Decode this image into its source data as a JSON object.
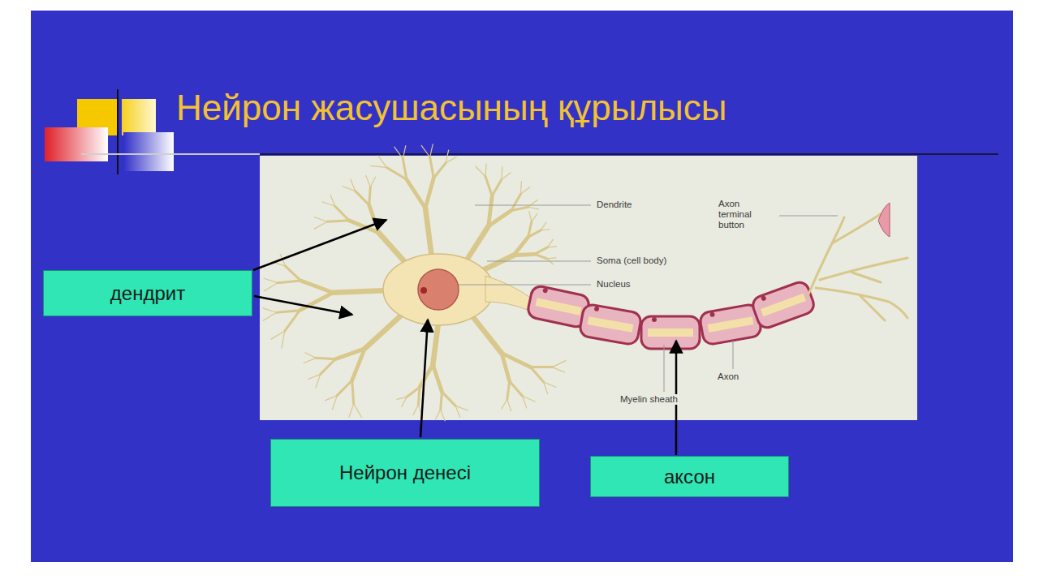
{
  "diagram": {
    "title": "Нейрон жасушасының құрылысы",
    "nodes": [
      {
        "text": [
          "дендрит"
        ]
      },
      {
        "text": [
          "Нейрон денесі"
        ]
      },
      {
        "text": [
          "аксон"
        ]
      }
    ],
    "labels": [
      "Dendrite",
      "Axon terminal button",
      "Soma (cell body)",
      "Nucleus",
      "Axon",
      "Myelin sheath"
    ]
  }
}
